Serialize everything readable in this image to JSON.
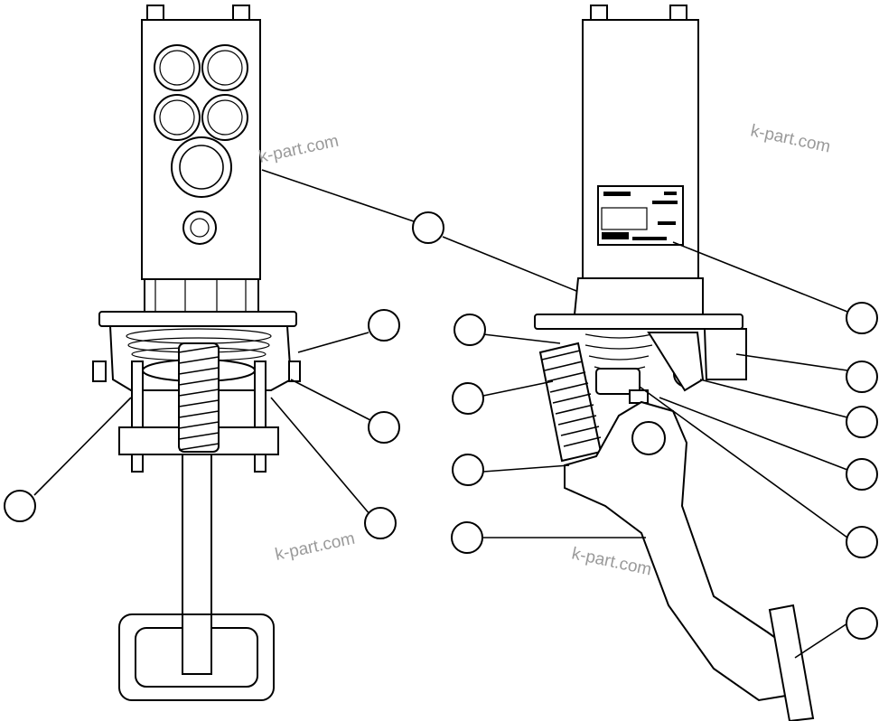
{
  "watermarks": [
    "k-part.com",
    "k-part.com",
    "k-part.com",
    "k-part.com"
  ],
  "label_plate": {
    "lines": [
      "",
      ""
    ]
  },
  "callouts": [
    {
      "id": "callout-left-1"
    },
    {
      "id": "callout-left-2"
    },
    {
      "id": "callout-left-3"
    },
    {
      "id": "callout-left-4"
    },
    {
      "id": "callout-center"
    },
    {
      "id": "callout-right-1"
    }
  ],
  "colors": {
    "line": "#000000",
    "watermark": "#9a9a9a",
    "background": "#ffffff"
  }
}
